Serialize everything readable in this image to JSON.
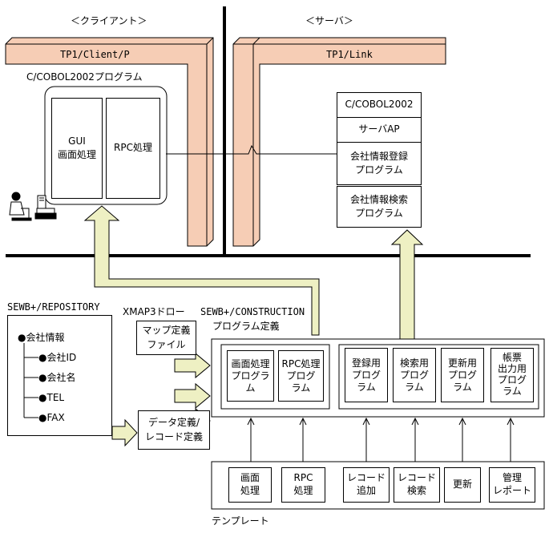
{
  "colors": {
    "pipe_fill": "#F6CDB5",
    "arrow_fill": "#EEF0C3",
    "line": "#000000"
  },
  "headers": {
    "client": "＜クライアント＞",
    "server": "＜サーバ＞"
  },
  "tp1": {
    "client": "TP1/Client/P",
    "server": "TP1/Link"
  },
  "client": {
    "program_label": "C/COBOL2002プログラム",
    "gui": "GUI\n画面処理",
    "rpc": "RPC処理",
    "user_icon": "user-at-computer-icon"
  },
  "server": {
    "items": [
      "C/COBOL2002",
      "サーバAP",
      "会社情報登録\nプログラム",
      "会社情報検索\nプログラム"
    ]
  },
  "repository": {
    "title": "SEWB+/REPOSITORY",
    "root": "会社情報",
    "children": [
      "会社ID",
      "会社名",
      "TEL",
      "FAX"
    ]
  },
  "xmap": {
    "title": "XMAP3ドロー",
    "file": "マップ定義\nファイル"
  },
  "data_def": "データ定義/\nレコード定義",
  "construction": {
    "title": "SEWB+/CONSTRUCTION",
    "subtitle": "プログラム定義",
    "left_programs": [
      "画面処理\nプログラ\nム",
      "RPC処理\nプログ\nラム"
    ],
    "right_programs": [
      "登録用\nプログ\nラム",
      "検索用\nプログ\nラム",
      "更新用\nプログ\nラム",
      "帳票\n出力用\nプログ\nラム"
    ]
  },
  "templates": {
    "label": "テンプレート",
    "items": [
      "画面\n処理",
      "RPC\n処理",
      "レコード\n追加",
      "レコード\n検索",
      "更新",
      "管理\nレポート"
    ]
  }
}
